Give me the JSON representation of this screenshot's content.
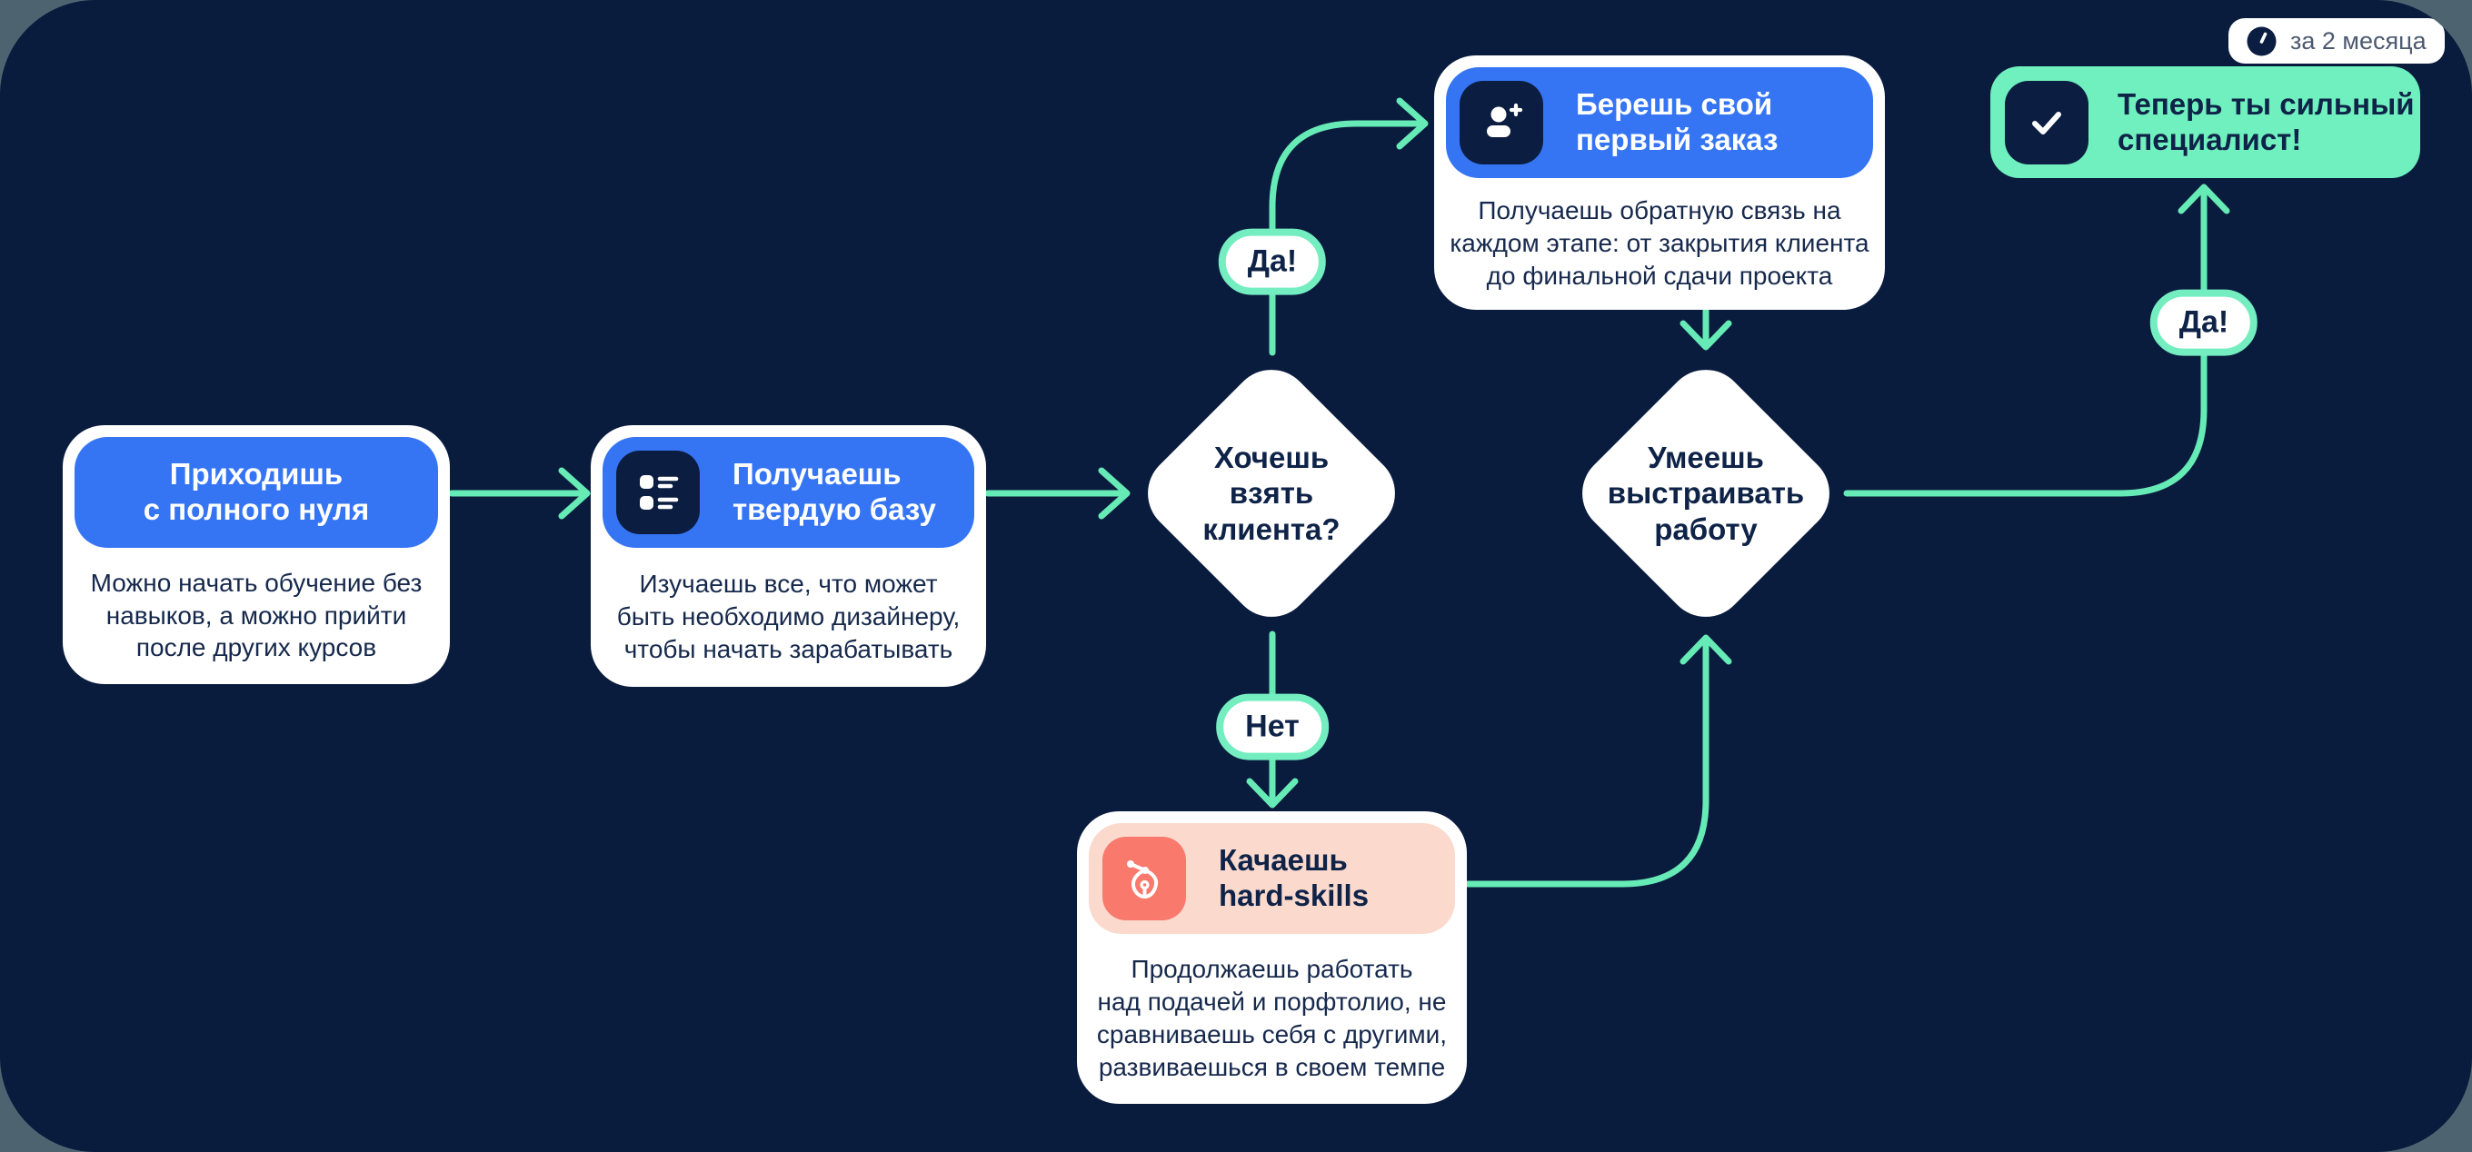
{
  "canvas": {
    "bg_outer": "#4D6470",
    "bg": "#0A1C3E",
    "accent_mint": "#67EBB6",
    "accent_blue": "#3575F4",
    "accent_salmon": "#F9796D",
    "accent_pink": "#FBD9CD",
    "green_card_bg": "#6FF0BE"
  },
  "badge": {
    "label": "за 2 месяца",
    "icon": "clock-icon"
  },
  "nodes": {
    "start": {
      "title": "Приходишь\nс полного нуля",
      "body": "Можно начать обучение без\nнавыков, а можно прийти\nпосле других курсов"
    },
    "base": {
      "title": "Получаешь\nтвердую базу",
      "body": "Изучаешь все, что может\nбыть необходимо дизайнеру,\nчтобы начать зарабатывать",
      "icon": "list-icon"
    },
    "first_order": {
      "title": "Берешь свой\nпервый заказ",
      "body": "Получаешь обратную связь на\nкаждом этапе: от закрытия клиента\nдо финальной сдачи проекта",
      "icon": "add-user-icon"
    },
    "hard_skills": {
      "title": "Качаешь\nhard-skills",
      "body": "Продолжаешь работать\nнад подачей и порфтолио, не\nсравниваешь себя с другими,\nразвиваешься в своем темпе",
      "icon": "pen-tool-icon"
    },
    "final": {
      "title": "Теперь ты сильный\nспециалист!",
      "icon": "check-icon"
    }
  },
  "decisions": {
    "take_client": {
      "label": "Хочешь взять\nклиента?"
    },
    "organize_work": {
      "label": "Умеешь\nвыстраивать\nработу"
    }
  },
  "edge_labels": {
    "yes1": "Да!",
    "no": "Нет",
    "yes2": "Да!"
  }
}
